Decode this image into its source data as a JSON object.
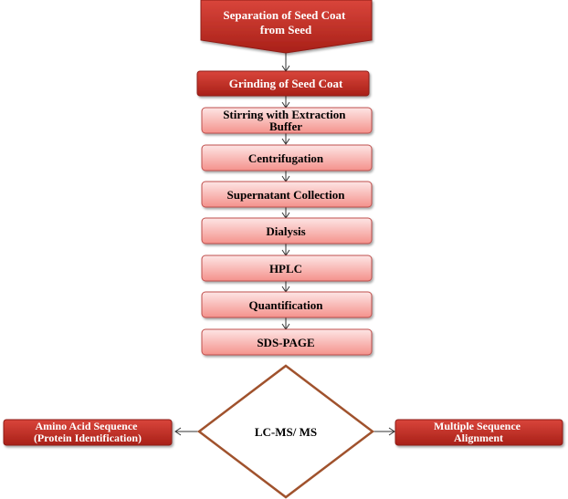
{
  "steps": [
    {
      "lines": [
        "Separation of Seed Coat",
        "from Seed"
      ]
    },
    {
      "lines": [
        "Grinding of Seed Coat"
      ]
    },
    {
      "lines": [
        "Stirring with Extraction",
        "Buffer"
      ]
    },
    {
      "lines": [
        "Centrifugation"
      ]
    },
    {
      "lines": [
        "Supernatant Collection"
      ]
    },
    {
      "lines": [
        "Dialysis"
      ]
    },
    {
      "lines": [
        "HPLC"
      ]
    },
    {
      "lines": [
        "Quantification"
      ]
    },
    {
      "lines": [
        "SDS-PAGE"
      ]
    }
  ],
  "decision": {
    "lines": [
      "LC-MS/ MS"
    ]
  },
  "left_output": {
    "lines": [
      "Amino Acid Sequence",
      "(Protein Identification)"
    ]
  },
  "right_output": {
    "lines": [
      "Multiple Sequence",
      "Alignment"
    ]
  },
  "colors": {
    "dark_red": "#b72b22",
    "dark_red_edge": "#8e1c16",
    "pink_top": "#fde3e2",
    "pink_bottom": "#f59b96",
    "pink_edge": "#c0504d",
    "diamond_edge": "#a0522d",
    "arrow": "#333333"
  }
}
